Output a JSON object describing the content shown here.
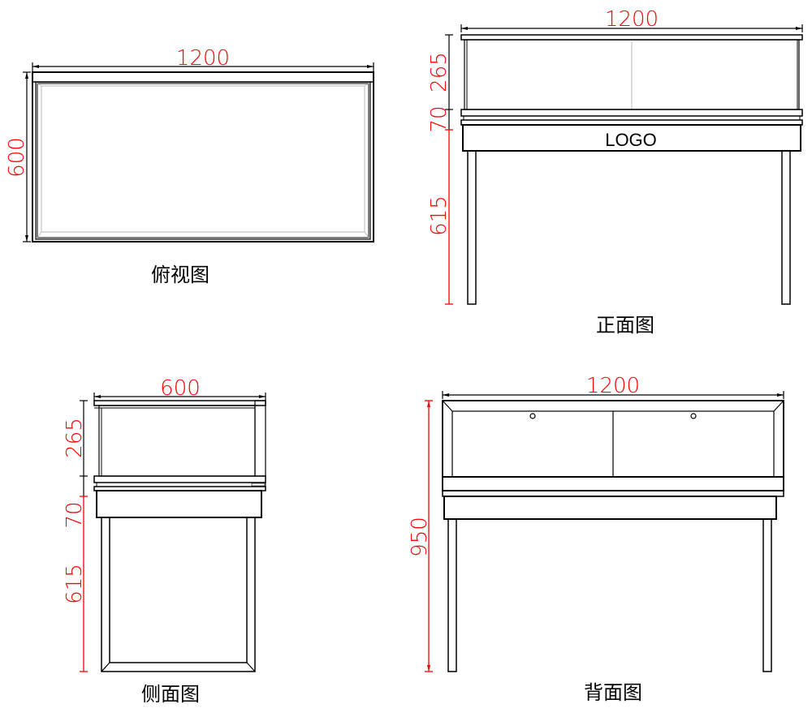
{
  "diagram": {
    "subject": "display cabinet technical drawing",
    "colors": {
      "line": "#000000",
      "dimension": "#ff0000",
      "background": "#ffffff"
    },
    "views": [
      {
        "id": "top",
        "caption": "俯视图",
        "dimensions": {
          "width": "1200",
          "depth": "600"
        }
      },
      {
        "id": "front",
        "caption": "正面图",
        "label": "LOGO",
        "dimensions": {
          "width": "1200",
          "glass_height": "265",
          "base_height": "70",
          "leg_height": "615"
        }
      },
      {
        "id": "side",
        "caption": "侧面图",
        "dimensions": {
          "depth": "600",
          "glass_height": "265",
          "base_height": "70",
          "leg_height": "615"
        }
      },
      {
        "id": "back",
        "caption": "背面图",
        "dimensions": {
          "width": "1200",
          "total_height": "950"
        }
      }
    ]
  }
}
